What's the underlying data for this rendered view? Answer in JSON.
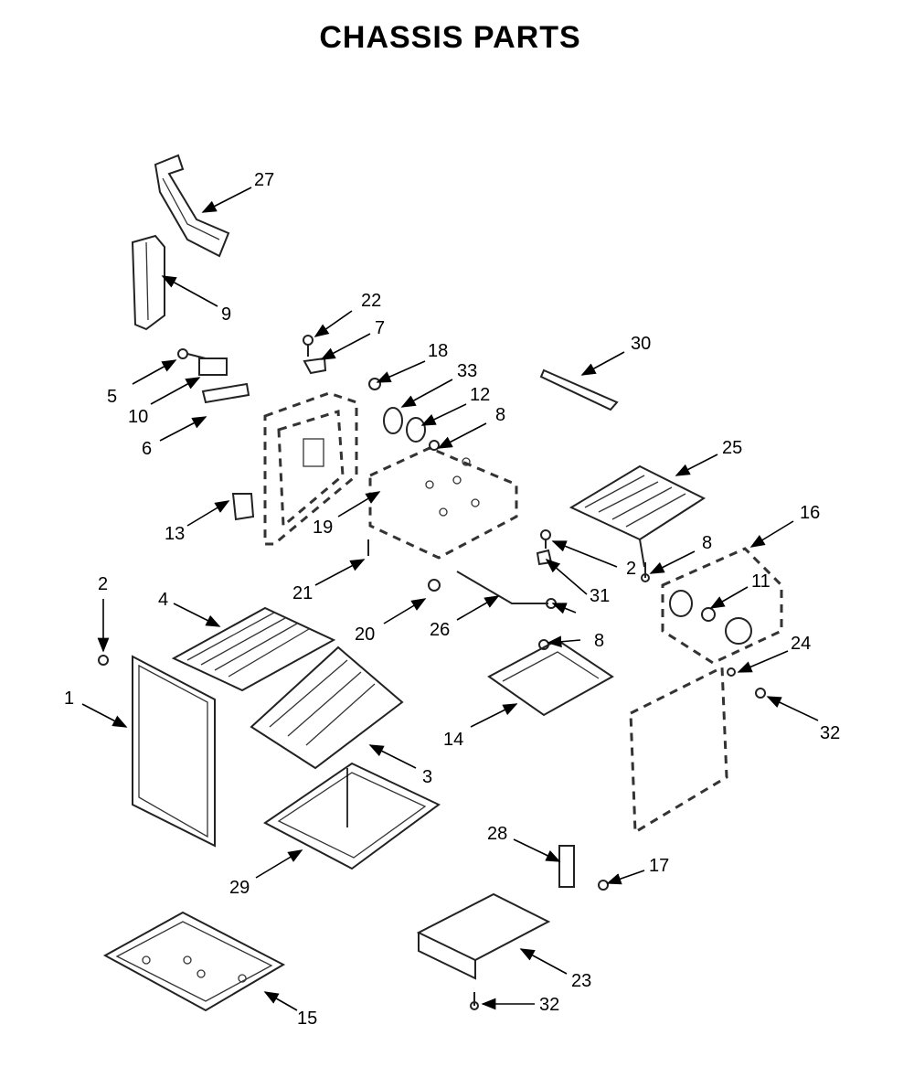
{
  "title": "CHASSIS PARTS",
  "callouts": {
    "c1": "1",
    "c2a": "2",
    "c2b": "2",
    "c3": "3",
    "c4": "4",
    "c5": "5",
    "c6": "6",
    "c7": "7",
    "c8a": "8",
    "c8b": "8",
    "c8c": "8",
    "c9": "9",
    "c10": "10",
    "c11": "11",
    "c12": "12",
    "c13": "13",
    "c14": "14",
    "c15": "15",
    "c16": "16",
    "c17": "17",
    "c18": "18",
    "c19": "19",
    "c20": "20",
    "c21": "21",
    "c22": "22",
    "c23": "23",
    "c24": "24",
    "c25": "25",
    "c26": "26",
    "c27": "27",
    "c28": "28",
    "c29": "29",
    "c30": "30",
    "c31": "31",
    "c32a": "32",
    "c32b": "32",
    "c33": "33"
  }
}
